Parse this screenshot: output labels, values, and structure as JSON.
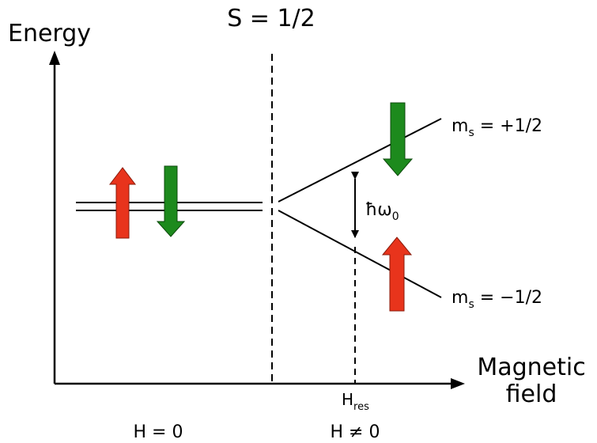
{
  "title": "S = 1/2",
  "axes": {
    "y_label": "Energy",
    "x_label_line1": "Magnetic",
    "x_label_line2": "field"
  },
  "levels": {
    "upper": {
      "prefix": "m",
      "subscript": "s",
      "suffix": " = +1/2"
    },
    "lower": {
      "prefix": "m",
      "subscript": "s",
      "suffix": " = −1/2"
    }
  },
  "gap": {
    "prefix": "ħω",
    "subscript": "0"
  },
  "resonance": {
    "prefix": "H",
    "subscript": "res"
  },
  "regions": {
    "zero_field": "H = 0",
    "nonzero_field": "H ≠ 0"
  },
  "colors": {
    "spin_up": "#e8341c",
    "spin_down": "#1d8a1d",
    "line": "#000000"
  }
}
